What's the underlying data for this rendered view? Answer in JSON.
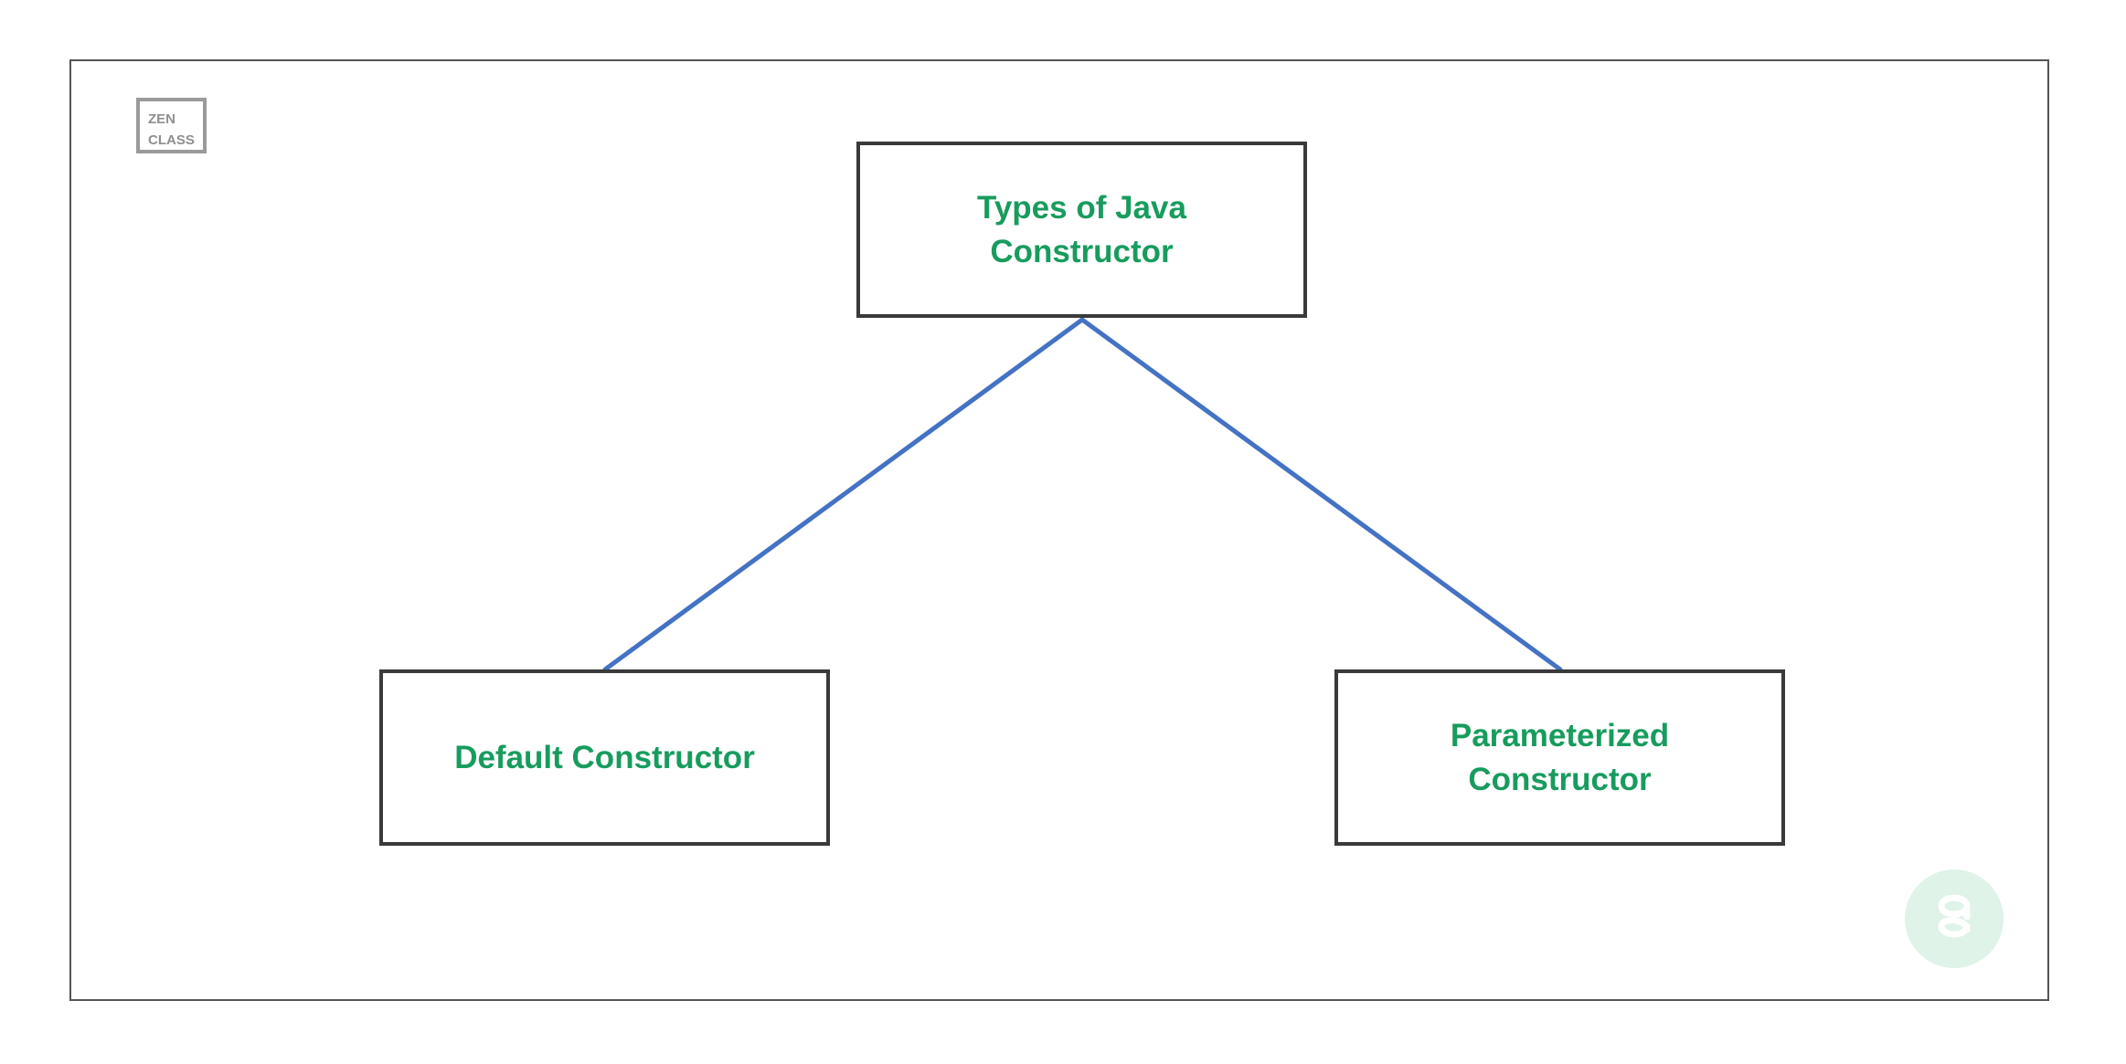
{
  "diagram": {
    "root": {
      "label": "Types of Java Constructor"
    },
    "children": [
      {
        "label": "Default Constructor"
      },
      {
        "label": "Parameterized Constructor"
      }
    ],
    "colors": {
      "label_text": "#179c5d",
      "box_border": "#3a3a3a",
      "connector": "#4472c4",
      "frame_border": "#555555"
    }
  },
  "branding": {
    "badge_line1": "ZEN",
    "badge_line2": "CLASS",
    "logo_icon": "gfg-logo-icon",
    "logo_color": "#dff3e8"
  }
}
